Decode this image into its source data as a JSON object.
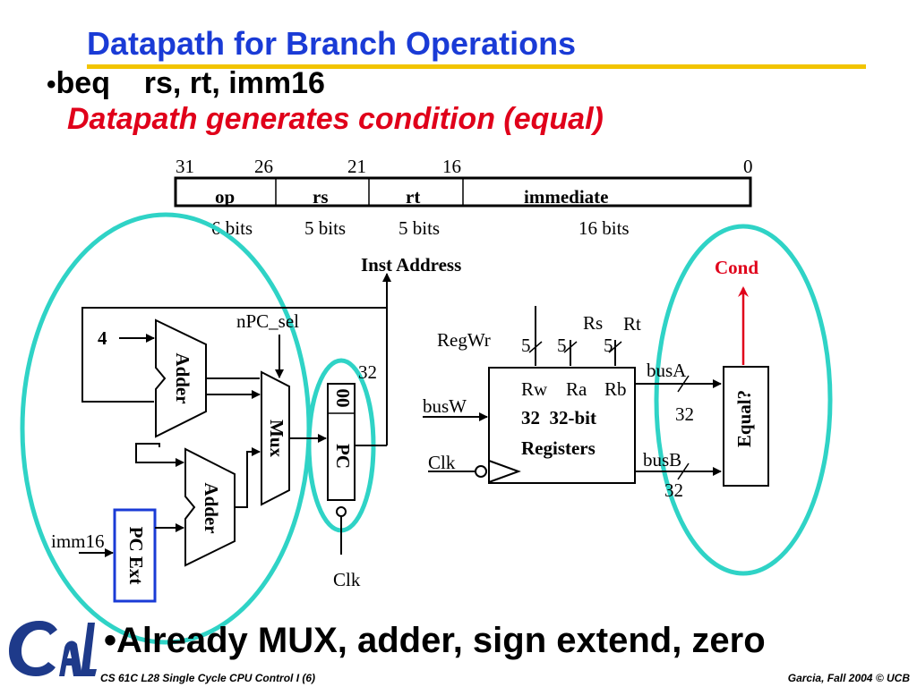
{
  "slide": {
    "title": "Datapath for Branch Operations",
    "bullet1_main": "beq    rs, rt, imm16",
    "bullet1_sub": "Datapath generates condition (equal)",
    "bullet2": "Already MUX, adder, sign extend, zero",
    "footer_left": "CS 61C L28 Single Cycle CPU Control I (6)",
    "footer_right": "Garcia, Fall 2004 © UCB"
  },
  "instruction_format": {
    "bit_positions": [
      "31",
      "26",
      "21",
      "16",
      "0"
    ],
    "fields": [
      "op",
      "rs",
      "rt",
      "immediate"
    ],
    "widths": [
      "6 bits",
      "5 bits",
      "5 bits",
      "16 bits"
    ]
  },
  "diagram": {
    "inst_address": "Inst Address",
    "four": "4",
    "adder1": "Adder",
    "adder2": "Adder",
    "npc_sel": "nPC_sel",
    "mux": "Mux",
    "pc": "PC",
    "pc_low_bits": "00",
    "pc_ext": "PC Ext",
    "imm16": "imm16",
    "clk_pc": "Clk",
    "width_32_pc": "32",
    "regwr": "RegWr",
    "rs": "Rs",
    "rt": "Rt",
    "five_a": "5",
    "five_b": "5",
    "five_c": "5",
    "busw": "busW",
    "clk_reg": "Clk",
    "rw": "Rw",
    "ra": "Ra",
    "rb": "Rb",
    "reg_line1": "32  32-bit",
    "reg_line2": "Registers",
    "busa": "busA",
    "busb": "busB",
    "width_32_a": "32",
    "width_32_b": "32",
    "equal": "Equal?",
    "cond": "Cond"
  },
  "colors": {
    "title": "#1a3bd6",
    "title_rule": "#f2c400",
    "highlight": "#e0001a",
    "circle": "#2fd3c6",
    "pc_ext_box": "#1a3bd6",
    "logo": "#1e3a8a"
  }
}
